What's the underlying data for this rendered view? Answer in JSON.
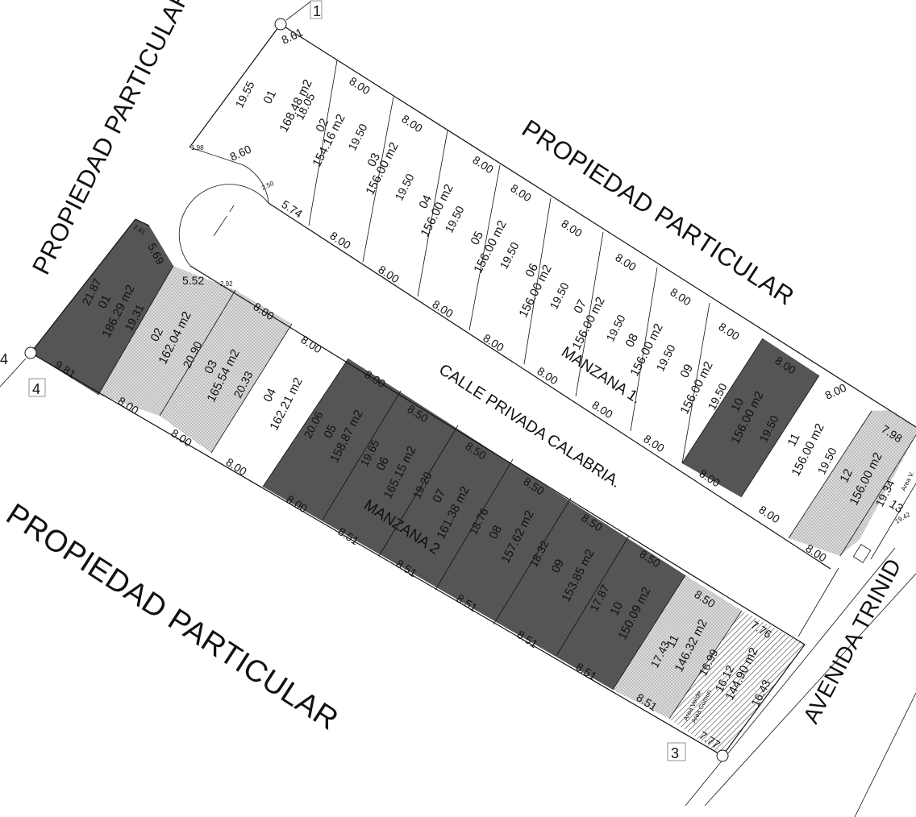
{
  "labels": {
    "propiedad_top_right": "PROPIEDAD PARTICULAR",
    "propiedad_left": "PROPIEDAD PARTICULAR",
    "propiedad_bottom": "PROPIEDAD PARTICULAR",
    "avenida": "AVENIDA TRINID",
    "calle": "CALLE PRIVADA CALABRIA.",
    "manzana1": "MANZANA 1.",
    "manzana2": "MANZANA 2"
  },
  "vertices": {
    "v1": "1",
    "v3": "3",
    "v4": "4",
    "v4_edge": "4"
  },
  "colors": {
    "dark_lot": "#555555",
    "dotted_lot": "#d8d8d8",
    "white_lot": "#ffffff",
    "line": "#111111"
  },
  "manzana1": {
    "lot01": {
      "num": "01",
      "area": "168.48 m2",
      "front": "8.61",
      "back": "8.60",
      "side_a": "19.55",
      "side_b": "18.05",
      "chamfer": "1.98",
      "arc": "5.74",
      "arc_small": "2.50"
    },
    "lot02": {
      "num": "02",
      "area": "154.16 m2",
      "depth": "19.50",
      "top": "8.00",
      "bottom": "8.00"
    },
    "lot03": {
      "num": "03",
      "area": "156.00 m2",
      "depth": "19.50",
      "top": "8.00",
      "bottom": "8.00"
    },
    "lot04": {
      "num": "04",
      "area": "156.00 m2",
      "depth": "19.50",
      "top": "8.00",
      "bottom": "8.00"
    },
    "lot05": {
      "num": "05",
      "area": "156.00 m2",
      "depth": "19.50",
      "top": "8.00",
      "bottom": "8.00"
    },
    "lot06": {
      "num": "06",
      "area": "156.00 m2",
      "depth": "19.50",
      "top": "8.00",
      "bottom": "8.00"
    },
    "lot07": {
      "num": "07",
      "area": "156.00 m2",
      "depth": "19.50",
      "top": "8.00",
      "bottom": "8.00"
    },
    "lot08": {
      "num": "08",
      "area": "156.00 m2",
      "depth": "19.50",
      "top": "8.00",
      "bottom": "8.00"
    },
    "lot09": {
      "num": "09",
      "area": "156.00 m2",
      "depth": "19.50",
      "top": "8.00",
      "bottom": "8.00"
    },
    "lot10": {
      "num": "10",
      "area": "156.00 m2",
      "depth": "19.50",
      "top": "8.00",
      "bottom": "8.00"
    },
    "lot11": {
      "num": "11",
      "area": "156.00 m2",
      "depth": "19.50",
      "top": "8.00",
      "bottom": "8.00"
    },
    "lot12": {
      "num": "12",
      "area": "156.00 m2",
      "depth": "19.34",
      "top": "7.98",
      "bottom": "8.00"
    },
    "lot13": {
      "num": "13",
      "depth": "19.42",
      "note": "Area V."
    }
  },
  "manzana2": {
    "lot01": {
      "num": "01",
      "area": "186.29 m2",
      "side": "21.87",
      "depth": "19.31",
      "front": "5.69",
      "back": "9.81",
      "chamfer": "2.81"
    },
    "lot02": {
      "num": "02",
      "area": "162.04 m2",
      "depth": "20.90",
      "front": "5.52",
      "back": "8.00"
    },
    "lot03": {
      "num": "03",
      "area": "165.54 m2",
      "depth": "20.33",
      "front": "8.00",
      "back": "8.00",
      "chamfer": "2.92"
    },
    "lot04": {
      "num": "04",
      "area": "162.21 m2",
      "front": "8.00",
      "back": "8.00"
    },
    "lot05": {
      "num": "05",
      "area": "158.87 m2",
      "depth": "20.06",
      "front": "8.00",
      "back": "8.00"
    },
    "lot06": {
      "num": "06",
      "area": "165.15 m2",
      "depth": "19.65",
      "front": "8.50",
      "back": "8.51"
    },
    "lot07": {
      "num": "07",
      "area": "161.38 m2",
      "depth": "19.20",
      "front": "8.50",
      "back": "8.51"
    },
    "lot08": {
      "num": "08",
      "area": "157.62 m2",
      "depth": "18.76",
      "front": "8.50",
      "back": "8.51"
    },
    "lot09": {
      "num": "09",
      "area": "153.85 m2",
      "depth": "18.32",
      "front": "8.50",
      "back": "8.51"
    },
    "lot10": {
      "num": "10",
      "area": "150.09 m2",
      "depth": "17.87",
      "front": "8.50",
      "back": "8.51"
    },
    "lot11": {
      "num": "11",
      "area": "146.32 m2",
      "depth": "17.43",
      "front": "8.50",
      "back": "8.51"
    },
    "lot12": {
      "area": "144.90 m2",
      "side_a": "16.99",
      "side_b": "16.43",
      "top": "7.76",
      "bottom": "7.77",
      "mid": "16.12",
      "note_a": "Area Verde",
      "note_b": "Area Comun"
    }
  }
}
